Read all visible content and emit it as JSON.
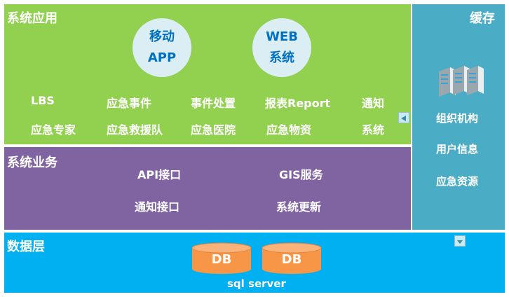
{
  "app": {
    "title": "系统应用",
    "mobile": {
      "line1": "移动",
      "line2": "APP"
    },
    "web": {
      "line1": "WEB",
      "line2": "系统"
    },
    "items": {
      "lbs": "LBS",
      "event": "应急事件",
      "handling": "事件处置",
      "report": "报表Report",
      "notify1": "通知",
      "expert": "应急专家",
      "rescue": "应急救援队",
      "hospital": "应急医院",
      "materials": "应急物资",
      "notify2": "系统"
    }
  },
  "business": {
    "title": "系统业务",
    "api": "API接口",
    "gis": "GIS服务",
    "notify_api": "通知接口",
    "update": "系统更新"
  },
  "cache": {
    "title": "缓存",
    "icon": "server-rack-icon",
    "items": [
      "组织机构",
      "用户信息",
      "应急资源"
    ]
  },
  "data": {
    "title": "数据层",
    "db1": "DB",
    "db2": "DB",
    "server": "sql server"
  },
  "colors": {
    "app_bg": "#92d050",
    "business_bg": "#8064a2",
    "cache_bg": "#4bacc6",
    "data_bg": "#00b0f0",
    "db_fill": "#f79646",
    "circle_fill": "#dbeef4",
    "circle_text": "#0070c0"
  }
}
